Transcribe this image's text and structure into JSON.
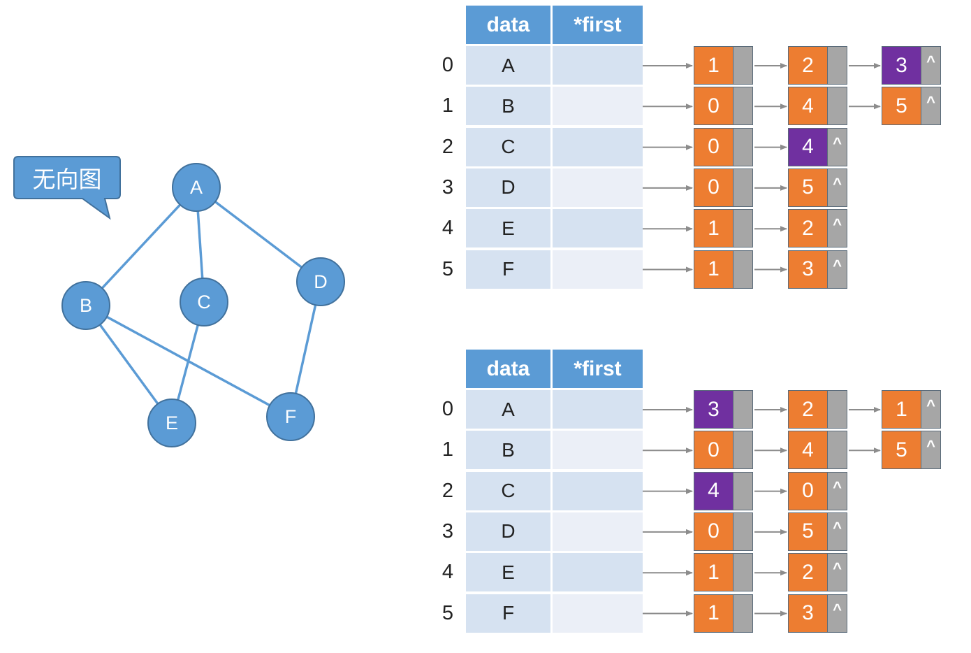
{
  "callout": {
    "label": "无向图"
  },
  "graph": {
    "nodes": [
      {
        "id": "A",
        "label": "A"
      },
      {
        "id": "B",
        "label": "B"
      },
      {
        "id": "C",
        "label": "C"
      },
      {
        "id": "D",
        "label": "D"
      },
      {
        "id": "E",
        "label": "E"
      },
      {
        "id": "F",
        "label": "F"
      }
    ],
    "edges": [
      [
        "A",
        "B"
      ],
      [
        "A",
        "C"
      ],
      [
        "A",
        "D"
      ],
      [
        "B",
        "E"
      ],
      [
        "B",
        "F"
      ],
      [
        "C",
        "E"
      ],
      [
        "D",
        "F"
      ]
    ]
  },
  "tables": [
    {
      "header": {
        "data": "data",
        "first": "*first"
      },
      "rows": [
        {
          "index": "0",
          "data": "A",
          "list": [
            {
              "value": "1",
              "color": "orange"
            },
            {
              "value": "2",
              "color": "orange"
            },
            {
              "value": "3",
              "color": "purple"
            }
          ]
        },
        {
          "index": "1",
          "data": "B",
          "list": [
            {
              "value": "0",
              "color": "orange"
            },
            {
              "value": "4",
              "color": "orange"
            },
            {
              "value": "5",
              "color": "orange"
            }
          ]
        },
        {
          "index": "2",
          "data": "C",
          "list": [
            {
              "value": "0",
              "color": "orange"
            },
            {
              "value": "4",
              "color": "purple"
            }
          ]
        },
        {
          "index": "3",
          "data": "D",
          "list": [
            {
              "value": "0",
              "color": "orange"
            },
            {
              "value": "5",
              "color": "orange"
            }
          ]
        },
        {
          "index": "4",
          "data": "E",
          "list": [
            {
              "value": "1",
              "color": "orange"
            },
            {
              "value": "2",
              "color": "orange"
            }
          ]
        },
        {
          "index": "5",
          "data": "F",
          "list": [
            {
              "value": "1",
              "color": "orange"
            },
            {
              "value": "3",
              "color": "orange"
            }
          ]
        }
      ]
    },
    {
      "header": {
        "data": "data",
        "first": "*first"
      },
      "rows": [
        {
          "index": "0",
          "data": "A",
          "list": [
            {
              "value": "3",
              "color": "purple"
            },
            {
              "value": "2",
              "color": "orange"
            },
            {
              "value": "1",
              "color": "orange"
            }
          ]
        },
        {
          "index": "1",
          "data": "B",
          "list": [
            {
              "value": "0",
              "color": "orange"
            },
            {
              "value": "4",
              "color": "orange"
            },
            {
              "value": "5",
              "color": "orange"
            }
          ]
        },
        {
          "index": "2",
          "data": "C",
          "list": [
            {
              "value": "4",
              "color": "purple"
            },
            {
              "value": "0",
              "color": "orange"
            }
          ]
        },
        {
          "index": "3",
          "data": "D",
          "list": [
            {
              "value": "0",
              "color": "orange"
            },
            {
              "value": "5",
              "color": "orange"
            }
          ]
        },
        {
          "index": "4",
          "data": "E",
          "list": [
            {
              "value": "1",
              "color": "orange"
            },
            {
              "value": "2",
              "color": "orange"
            }
          ]
        },
        {
          "index": "5",
          "data": "F",
          "list": [
            {
              "value": "1",
              "color": "orange"
            },
            {
              "value": "3",
              "color": "orange"
            }
          ]
        }
      ]
    }
  ],
  "null_pointer": "^",
  "colors": {
    "node": "#5b9bd5",
    "node_stroke": "#41719c",
    "header": "#5b9bd5",
    "orange": "#ed7d31",
    "purple": "#7030a0",
    "pointer": "#a6a6a6",
    "arrow": "#8c8c8c"
  }
}
